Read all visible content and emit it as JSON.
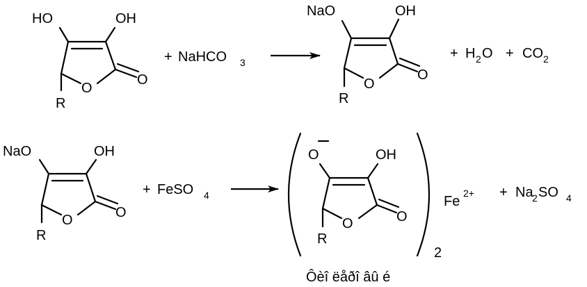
{
  "reaction1": {
    "reactant": {
      "top_left": "HO",
      "top_right": "OH",
      "ring_o": "O",
      "carbonyl_o": "O",
      "substituent": "R"
    },
    "reagent": {
      "plus": "+",
      "prefix": "NaHCO",
      "sub": "3"
    },
    "product": {
      "top_left": "NaO",
      "top_right": "OH",
      "ring_o": "O",
      "carbonyl_o": "O",
      "substituent": "R"
    },
    "byproducts": {
      "plus1": "+",
      "h": "H",
      "h_sub": "2",
      "o": "O",
      "plus2": "+",
      "co": "CO",
      "co_sub": "2"
    }
  },
  "reaction2": {
    "reactant": {
      "top_left": "NaO",
      "top_right": "OH",
      "ring_o": "O",
      "carbonyl_o": "O",
      "substituent": "R"
    },
    "reagent": {
      "plus": "+",
      "prefix": "FeSO",
      "sub": "4"
    },
    "product": {
      "anion_o": "O",
      "top_right": "OH",
      "ring_o": "O",
      "carbonyl_o": "O",
      "substituent": "R",
      "bracket_subscript": "2",
      "metal": "Fe",
      "metal_charge": "2+"
    },
    "byproduct": {
      "plus": "+",
      "prefix": "Na",
      "sub1": "2",
      "mid": "SO",
      "sub2": "4"
    },
    "caption": "Ôèî ëåðî âû é"
  }
}
